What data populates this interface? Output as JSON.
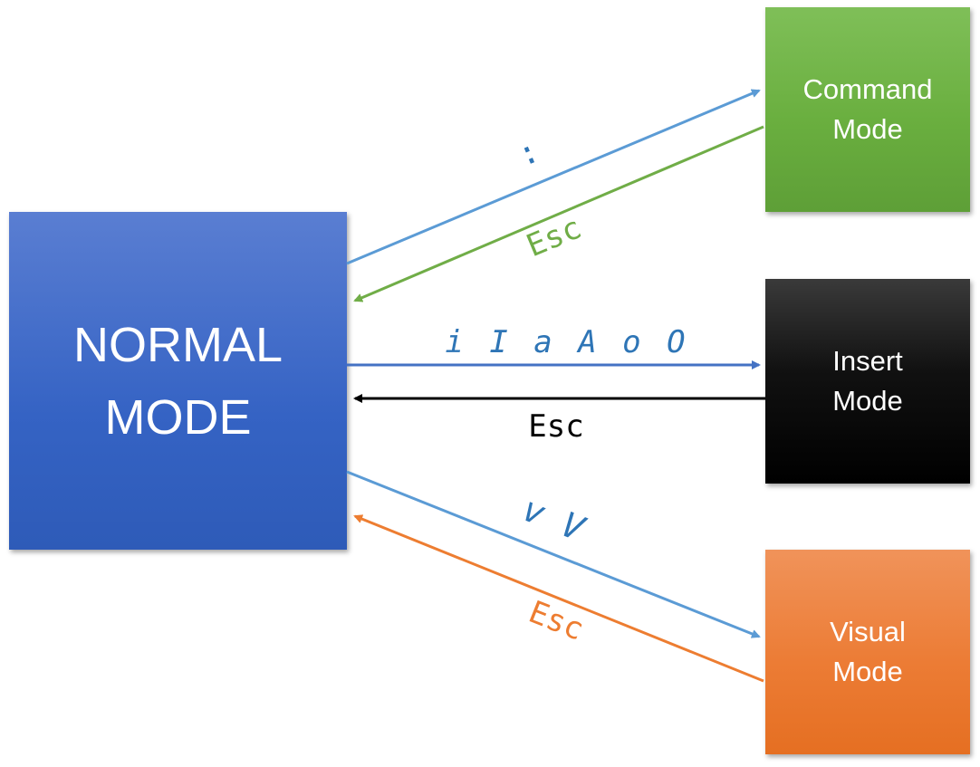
{
  "nodes": {
    "normal": {
      "line1": "NORMAL",
      "line2": "MODE"
    },
    "command": {
      "line1": "Command",
      "line2": "Mode"
    },
    "insert": {
      "line1": "Insert",
      "line2": "Mode"
    },
    "visual": {
      "line1": "Visual",
      "line2": "Mode"
    }
  },
  "edges": {
    "to_command": ":",
    "from_command": "Esc",
    "to_insert": "i I a A o O",
    "from_insert": "Esc",
    "to_visual": "v V",
    "from_visual": "Esc"
  },
  "colors": {
    "blue_arrow": "#5b9bd5",
    "green_arrow": "#70ad47",
    "black_arrow": "#000000",
    "orange_arrow": "#ed7d31",
    "label_blue": "#2e75b6"
  }
}
